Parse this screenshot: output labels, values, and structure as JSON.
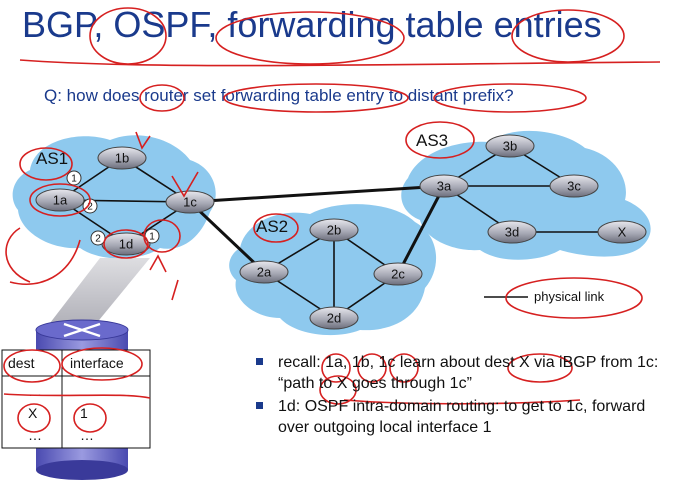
{
  "slide": {
    "title": "BGP, OSPF, forwarding table entries",
    "question": "Q: how does router set forwarding table entry to distant prefix?"
  },
  "autonomous_systems": [
    {
      "label": "AS1"
    },
    {
      "label": "AS2"
    },
    {
      "label": "AS3"
    }
  ],
  "routers": {
    "r1a": "1a",
    "r1b": "1b",
    "r1c": "1c",
    "r1d": "1d",
    "r2a": "2a",
    "r2b": "2b",
    "r2c": "2c",
    "r2d": "2d",
    "r3a": "3a",
    "r3b": "3b",
    "r3c": "3c",
    "r3d": "3d",
    "rx": "X"
  },
  "interface_labels": [
    "1",
    "2",
    "2",
    "1"
  ],
  "legend": {
    "physical_link": "physical link"
  },
  "forwarding_table": {
    "headers": [
      "dest",
      "interface"
    ],
    "rows": [
      [
        "…",
        "…"
      ],
      [
        "X",
        "1"
      ],
      [
        "…",
        "…"
      ]
    ]
  },
  "bullets": [
    {
      "text": "recall: 1a, 1b, 1c learn about dest X via iBGP from 1c: “path to X goes through 1c”"
    },
    {
      "text": "1d: OSPF intra-domain routing: to get to 1c, forward over outgoing local interface 1"
    }
  ],
  "colors": {
    "title": "#1a3a8c",
    "cloud": "#8ec9ee",
    "annotation": "#d62020"
  }
}
